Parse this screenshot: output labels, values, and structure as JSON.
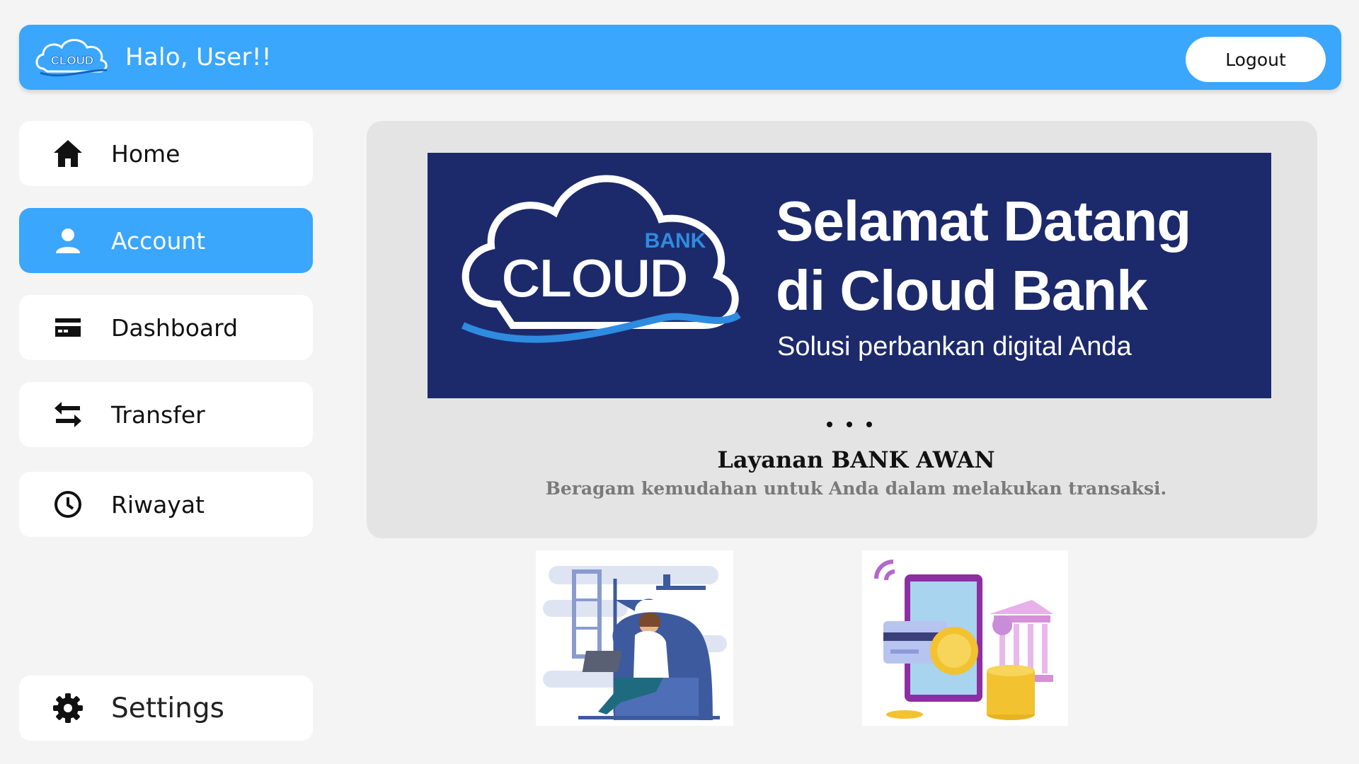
{
  "header": {
    "logo_text": "CLOUD",
    "greeting": "Halo, User!!",
    "logout_label": "Logout",
    "accent_color": "#3aa6fc"
  },
  "sidebar": {
    "items": [
      {
        "label": "Home",
        "icon": "home-icon",
        "active": false
      },
      {
        "label": "Account",
        "icon": "user-icon",
        "active": true
      },
      {
        "label": "Dashboard",
        "icon": "card-icon",
        "active": false
      },
      {
        "label": "Transfer",
        "icon": "transfer-icon",
        "active": false
      },
      {
        "label": "Riwayat",
        "icon": "clock-icon",
        "active": false
      }
    ],
    "settings": {
      "label": "Settings",
      "icon": "gear-icon"
    }
  },
  "banner": {
    "logo_word": "CLOUD",
    "logo_badge": "BANK",
    "title_line1": "Selamat Datang",
    "title_line2": "di Cloud Bank",
    "subtitle": "Solusi perbankan digital Anda",
    "background": "#1c2a6b"
  },
  "services": {
    "title": "Layanan BANK AWAN",
    "description": "Beragam kemudahan untuk Anda dalam melakukan transaksi."
  },
  "illustrations": [
    {
      "icon": "person-laptop-illustration"
    },
    {
      "icon": "mobile-payment-illustration"
    }
  ]
}
